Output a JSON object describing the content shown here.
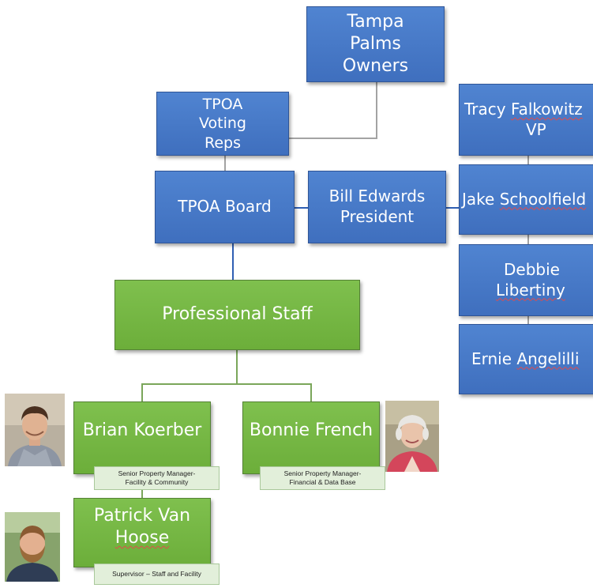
{
  "nodes": {
    "owners": "Tampa Palms Owners",
    "voting_reps": "TPOA Voting Reps",
    "board": "TPOA Board",
    "president_name": "Bill Edwards",
    "president_title": "President",
    "vp_first": "Tracy",
    "vp_last": "Falkowitz",
    "vp_title": "VP",
    "member1_first": "Jake",
    "member1_last": "Schoolfield",
    "member2_first": "Debbie",
    "member2_last": "Libertiny",
    "member3_first": "Ernie",
    "member3_last": "Angelilli",
    "staff": "Professional Staff",
    "brian": "Brian Koerber",
    "brian_role_1": "Senior Property Manager-",
    "brian_role_2": "Facility & Community",
    "bonnie": "Bonnie French",
    "bonnie_role_1": "Senior Property Manager-",
    "bonnie_role_2": "Financial & Data Base",
    "patrick_first": "Patrick Van",
    "patrick_last": "Hoose",
    "patrick_role": "Supervisor – Staff and Facility"
  },
  "colors": {
    "board_blue": "#4677c8",
    "staff_green": "#73b443",
    "role_tag": "#e2efda"
  },
  "icons": [
    "photo-brian-koerber",
    "photo-bonnie-french",
    "photo-patrick-van-hoose"
  ]
}
